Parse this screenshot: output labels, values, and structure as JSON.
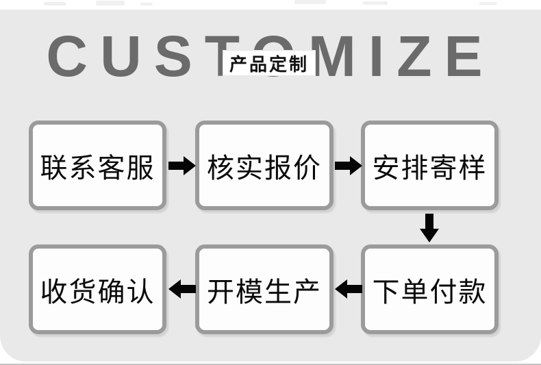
{
  "page": {
    "background_color": "#ffffff",
    "panel_color": "#e9e9e9",
    "bottom_line_color": "#c6c6c6"
  },
  "header": {
    "title": "CUSTOMIZE",
    "title_color": "#6b6b6b",
    "badge_label": "产品定制"
  },
  "flow": {
    "steps": [
      {
        "order": 1,
        "label": "联系客服"
      },
      {
        "order": 2,
        "label": "核实报价"
      },
      {
        "order": 3,
        "label": "安排寄样"
      },
      {
        "order": 4,
        "label": "下单付款"
      },
      {
        "order": 5,
        "label": "开模生产"
      },
      {
        "order": 6,
        "label": "收货确认"
      }
    ],
    "arrows": [
      {
        "from": 1,
        "to": 2,
        "direction": "right"
      },
      {
        "from": 2,
        "to": 3,
        "direction": "right"
      },
      {
        "from": 3,
        "to": 4,
        "direction": "down"
      },
      {
        "from": 4,
        "to": 5,
        "direction": "left"
      },
      {
        "from": 5,
        "to": 6,
        "direction": "left"
      }
    ]
  },
  "colors": {
    "box_background": "#fdfdfd",
    "box_border": "#9b9b9b",
    "box_text": "#0a0a0a",
    "arrow": "#050505"
  }
}
